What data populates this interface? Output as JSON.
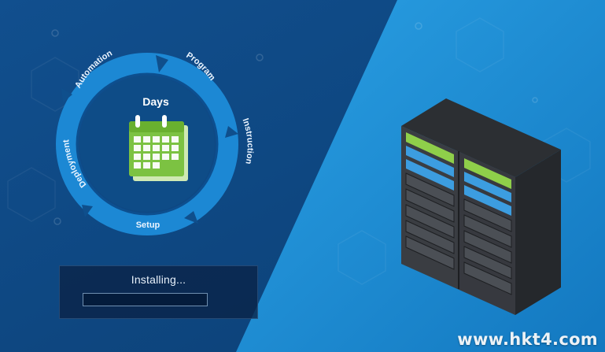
{
  "cycle": {
    "center_label": "Days",
    "stages": [
      "Automation",
      "Program",
      "Instruction",
      "Setup",
      "Deployment"
    ]
  },
  "installer": {
    "status_text": "Installing...",
    "progress": 0
  },
  "watermark_text": "www.hkt4.com",
  "colors": {
    "background_left": "#0f4f8c",
    "background_right": "#1f8fd6",
    "ring": "#1c88d4",
    "calendar_green": "#7cc242",
    "server_body": "#3a3d42",
    "rack_accent_green": "#8fcf4a",
    "rack_accent_blue": "#3c9de0"
  },
  "icons": [
    "calendar-icon",
    "server-rack-icon"
  ]
}
